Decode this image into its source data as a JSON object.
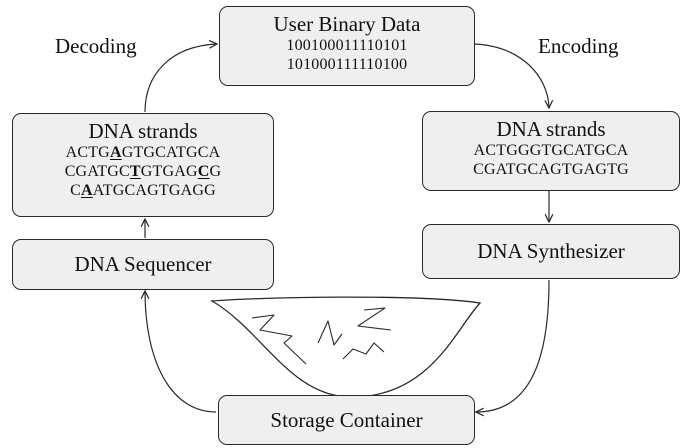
{
  "user_data": {
    "title": "User Binary Data",
    "lines": [
      "100100011110101",
      "101000111110100"
    ]
  },
  "labels": {
    "decoding": "Decoding",
    "encoding": "Encoding"
  },
  "encoded_strands": {
    "title": "DNA strands",
    "lines": [
      "ACTGGGTGCATGCA",
      "CGATGCAGTGAGTG"
    ]
  },
  "synthesizer": {
    "label": "DNA Synthesizer"
  },
  "storage": {
    "label": "Storage Container"
  },
  "sequencer": {
    "label": "DNA Sequencer"
  },
  "read_strands": {
    "title": "DNA strands",
    "lines": [
      [
        {
          "t": "ACTG"
        },
        {
          "t": "A",
          "hl": true
        },
        {
          "t": "GTGCATGCA"
        }
      ],
      [
        {
          "t": "CGATGC"
        },
        {
          "t": "T",
          "hl": true
        },
        {
          "t": "GTGAG"
        },
        {
          "t": "C",
          "hl": true
        },
        {
          "t": "G"
        }
      ],
      [
        {
          "t": "C"
        },
        {
          "t": "A",
          "hl": true
        },
        {
          "t": "ATGCAGTGAGG"
        }
      ]
    ]
  },
  "colors": {
    "box_fill": "#efefef",
    "stroke": "#2a2a2a"
  }
}
